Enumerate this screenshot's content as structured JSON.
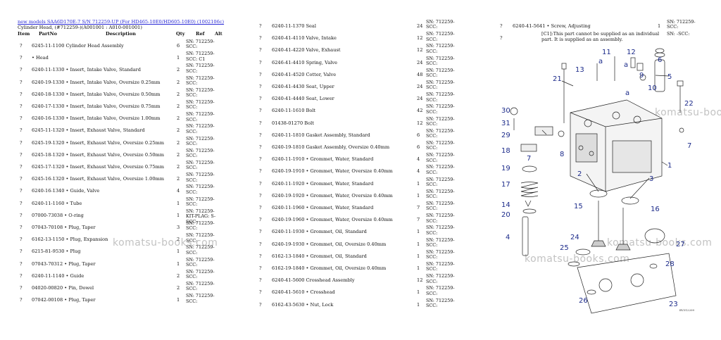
{
  "header": {
    "link": "new models SAA6D170E-7 S/N 712259-UP (For HD465-10E0/HD605-10E0) (1002106c)",
    "subtitle": "Cylinder Head, (#712259-)(A001001 : A010-001001)"
  },
  "columns": [
    "Item",
    "PartNo",
    "Description",
    "Qty",
    "Ref",
    "Alt"
  ],
  "col1": [
    {
      "item": "?",
      "desc": "6245-11-1100 Cylinder Head Assembly",
      "qty": "6",
      "sn": "SN: 712259-SCC:"
    },
    {
      "item": "?",
      "desc": "• Head",
      "qty": "1",
      "sn": "SN: 712259-SCC: C1"
    },
    {
      "item": "?",
      "desc": "6240-11-1330 • Insert, Intake Valve, Standard",
      "qty": "2",
      "sn": "SN: 712259-SCC:"
    },
    {
      "item": "?",
      "desc": "6240-19-1330 • Insert, Intake Valve, Oversize 0.25mm",
      "qty": "2",
      "sn": "SN: 712259-SCC:"
    },
    {
      "item": "?",
      "desc": "6240-18-1330 • Insert, Intake Valve, Oversize 0.50mm",
      "qty": "2",
      "sn": "SN: 712259-SCC:"
    },
    {
      "item": "?",
      "desc": "6240-17-1330 • Insert, Intake Valve, Oversize 0.75mm",
      "qty": "2",
      "sn": "SN: 712259-SCC:"
    },
    {
      "item": "?",
      "desc": "6240-16-1330 • Insert, Intake Valve, Oversize 1.00mm",
      "qty": "2",
      "sn": "SN: 712259-SCC:"
    },
    {
      "item": "?",
      "desc": "6245-11-1320 • Insert, Exhaust Valve, Standard",
      "qty": "2",
      "sn": "SN: 712259-SCC:"
    },
    {
      "item": "?",
      "desc": "6245-19-1320 • Insert, Exhaust Valve, Oversize 0.25mm",
      "qty": "2",
      "sn": "SN: 712259-SCC:"
    },
    {
      "item": "?",
      "desc": "6245-18-1320 • Insert, Exhaust Valve, Oversize 0.50mm",
      "qty": "2",
      "sn": "SN: 712259-SCC:"
    },
    {
      "item": "?",
      "desc": "6245-17-1320 • Insert, Exhaust Valve, Oversize 0.75mm",
      "qty": "2",
      "sn": "SN: 712259-SCC:"
    },
    {
      "item": "?",
      "desc": "6245-16-1320 • Insert, Exhaust Valve, Oversize 1.00mm",
      "qty": "2",
      "sn": "SN: 712259-SCC:"
    },
    {
      "item": "?",
      "desc": "6240-16-1340 • Guide, Valve",
      "qty": "4",
      "sn": "SN: 712259-SCC:"
    },
    {
      "item": "?",
      "desc": "6240-11-1160 • Tube",
      "qty": "1",
      "sn": "SN: 712259-SCC:"
    },
    {
      "item": "?",
      "desc": "07000-73038  • O-ring",
      "qty": "1",
      "sn": "SN: 712259-KIT-PLAG: S-SCC:"
    },
    {
      "item": "?",
      "desc": "07043-70108  • Plug, Taper",
      "qty": "3",
      "sn": "SN: 712259-SCC:"
    },
    {
      "item": "?",
      "desc": "6162-13-1150 • Plug, Expansion",
      "qty": "2",
      "sn": "SN: 712259-SCC:"
    },
    {
      "item": "?",
      "desc": "6215-81-9530 • Plug",
      "qty": "1",
      "sn": "SN: 712259-SCC:"
    },
    {
      "item": "?",
      "desc": "07043-70312  • Plug, Taper",
      "qty": "1",
      "sn": "SN: 712259-SCC:"
    },
    {
      "item": "?",
      "desc": "6240-11-1140 • Guide",
      "qty": "2",
      "sn": "SN: 712259-SCC:"
    },
    {
      "item": "?",
      "desc": "04020-00820  • Pin, Dowel",
      "qty": "2",
      "sn": "SN: 712259-SCC:"
    },
    {
      "item": "?",
      "desc": "07042-00108  • Plug, Taper",
      "qty": "1",
      "sn": "SN: 712259-SCC:"
    }
  ],
  "col2": [
    {
      "item": "?",
      "desc": "6240-11-1370 Seal",
      "qty": "24",
      "sn": "SN: 712259-SCC:"
    },
    {
      "item": "?",
      "desc": "6240-41-4110 Valve, Intake",
      "qty": "12",
      "sn": "SN: 712259-SCC:"
    },
    {
      "item": "?",
      "desc": "6240-41-4220 Valve, Exhaust",
      "qty": "12",
      "sn": "SN: 712259-SCC:"
    },
    {
      "item": "?",
      "desc": "6246-41-4410 Spring, Valve",
      "qty": "24",
      "sn": "SN: 712259-SCC:"
    },
    {
      "item": "?",
      "desc": "6240-41-4520 Cotter, Valve",
      "qty": "48",
      "sn": "SN: 712259-SCC:"
    },
    {
      "item": "?",
      "desc": "6240-41-4430 Seat, Upper",
      "qty": "24",
      "sn": "SN: 712259-SCC:"
    },
    {
      "item": "?",
      "desc": "6240-41-4440 Seat, Lower",
      "qty": "24",
      "sn": "SN: 712259-SCC:"
    },
    {
      "item": "?",
      "desc": "6240-11-1610 Bolt",
      "qty": "42",
      "sn": "SN: 712259-SCC:"
    },
    {
      "item": "?",
      "desc": "01438-01270  Bolt",
      "qty": "12",
      "sn": "SN: 712259-SCC:"
    },
    {
      "item": "?",
      "desc": "6240-11-1810 Gasket Assembly, Standard",
      "qty": "6",
      "sn": "SN: 712259-SCC:"
    },
    {
      "item": "?",
      "desc": "6240-19-1810 Gasket Assembly, Oversize 0.40mm",
      "qty": "6",
      "sn": "SN: 712259-SCC:"
    },
    {
      "item": "?",
      "desc": "6240-11-1910 • Grommet, Water, Standard",
      "qty": "4",
      "sn": "SN: 712259-SCC:"
    },
    {
      "item": "?",
      "desc": "6240-19-1910 • Grommet, Water, Oversize 0.40mm",
      "qty": "4",
      "sn": "SN: 712259-SCC:"
    },
    {
      "item": "?",
      "desc": "6240-11-1920 • Grommet, Water, Standard",
      "qty": "1",
      "sn": "SN: 712259-SCC:"
    },
    {
      "item": "?",
      "desc": "6240-19-1920 • Grommet, Water, Oversize 0.40mm",
      "qty": "1",
      "sn": "SN: 712259-SCC:"
    },
    {
      "item": "?",
      "desc": "6240-11-1960 • Grommet, Water, Standard",
      "qty": "7",
      "sn": "SN: 712259-SCC:"
    },
    {
      "item": "?",
      "desc": "6240-19-1960 • Grommet, Water, Oversize 0.40mm",
      "qty": "7",
      "sn": "SN: 712259-SCC:"
    },
    {
      "item": "?",
      "desc": "6240-11-1930 • Grommet, Oil, Standard",
      "qty": "1",
      "sn": "SN: 712259-SCC:"
    },
    {
      "item": "?",
      "desc": "6240-19-1930 • Grommet, Oil, Oversize 0.40mm",
      "qty": "1",
      "sn": "SN: 712259-SCC:"
    },
    {
      "item": "?",
      "desc": "6162-13-1840 • Grommet, Oil, Standard",
      "qty": "1",
      "sn": "SN: 712259-SCC:"
    },
    {
      "item": "?",
      "desc": "6162-19-1840 • Grommet, Oil, Oversize 0.40mm",
      "qty": "1",
      "sn": "SN: 712259-SCC:"
    },
    {
      "item": "?",
      "desc": "6240-41-5600 Crosshead Assembly",
      "qty": "12",
      "sn": "SN: 712259-SCC:"
    },
    {
      "item": "?",
      "desc": "6240-41-5610 • Crosshead",
      "qty": "1",
      "sn": "SN: 712259-SCC:"
    },
    {
      "item": "?",
      "desc": "6162-43-5630 • Nut, Lock",
      "qty": "1",
      "sn": "SN: 712259-SCC:"
    }
  ],
  "col3": [
    {
      "item": "?",
      "desc": "6240-41-5641 • Screw, Adjusting",
      "qty": "1",
      "sn": "SN: 712259-SCC:"
    },
    {
      "item": "?",
      "desc": "",
      "qty": "",
      "sn": "SN: -SCC:"
    }
  ],
  "note": "[C1]:This part cannot be supplied as an individual part. It is supplied as an assembly.",
  "watermark": "komatsu-books.com",
  "diagram": {
    "code": "BV312209",
    "labels": [
      "1",
      "2",
      "3",
      "4",
      "5",
      "6",
      "7",
      "8",
      "9",
      "10",
      "11",
      "12",
      "13",
      "14",
      "15",
      "16",
      "17",
      "18",
      "19",
      "20",
      "21",
      "22",
      "23",
      "24",
      "25",
      "26",
      "27",
      "28",
      "29",
      "30",
      "31",
      "7",
      "a",
      "a",
      "a"
    ]
  }
}
